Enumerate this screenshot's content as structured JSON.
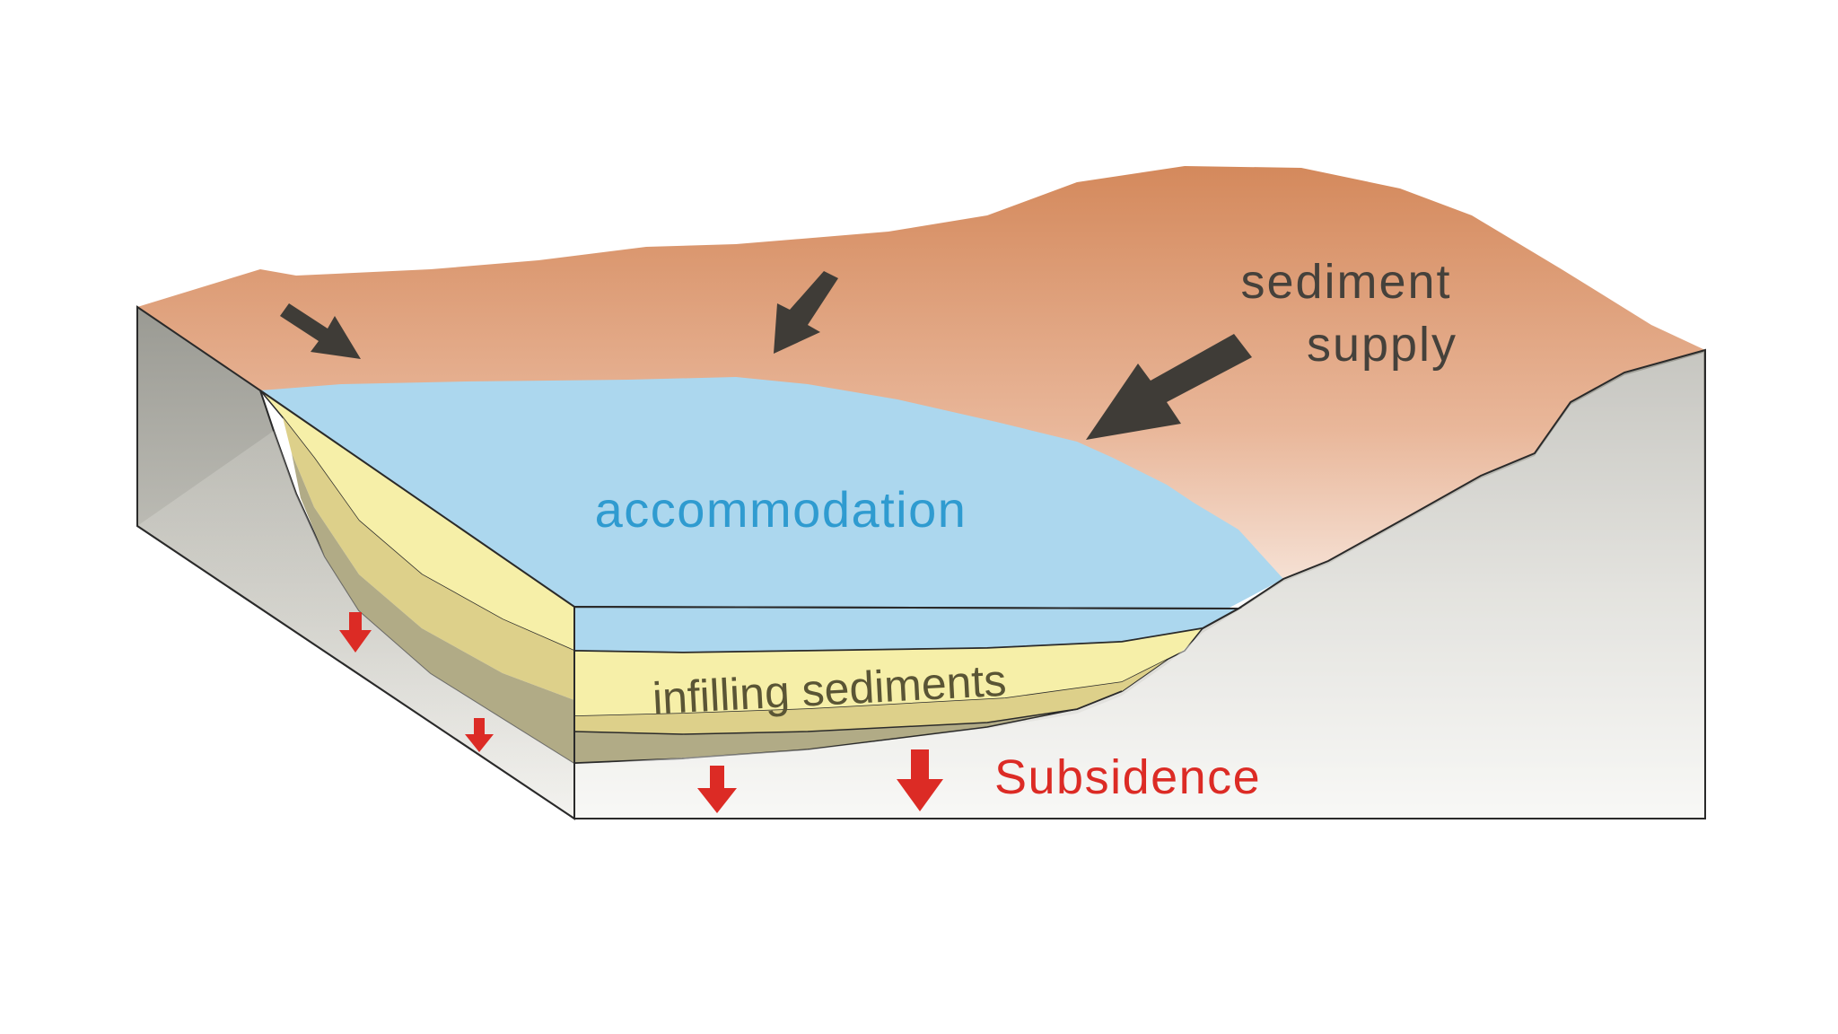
{
  "labels": {
    "sediment_line1": "sediment",
    "sediment_line2": "supply",
    "accommodation": "accommodation",
    "infilling": "infilling sediments",
    "subsidence": "Subsidence"
  },
  "colors": {
    "land_top": "#d8956b",
    "land_bottom": "#f8eee8",
    "water": "#acd7ee",
    "cliff_dark": "#9e9d96",
    "cliff_light": "#f4f4f2",
    "sand_light": "#f6efa8",
    "sand_mid": "#ddd08a",
    "sand_dark": "#b1ab86",
    "arrow_dark": "#3f3c37",
    "subsidence_red": "#dc2b25",
    "accommodation_text": "#2f9bd0",
    "sediment_text": "#45413b",
    "infilling_text": "#5a5535"
  },
  "icons": {
    "supply_arrows": "arrow-down-left-icon",
    "subsidence_arrows": "arrow-down-icon"
  }
}
